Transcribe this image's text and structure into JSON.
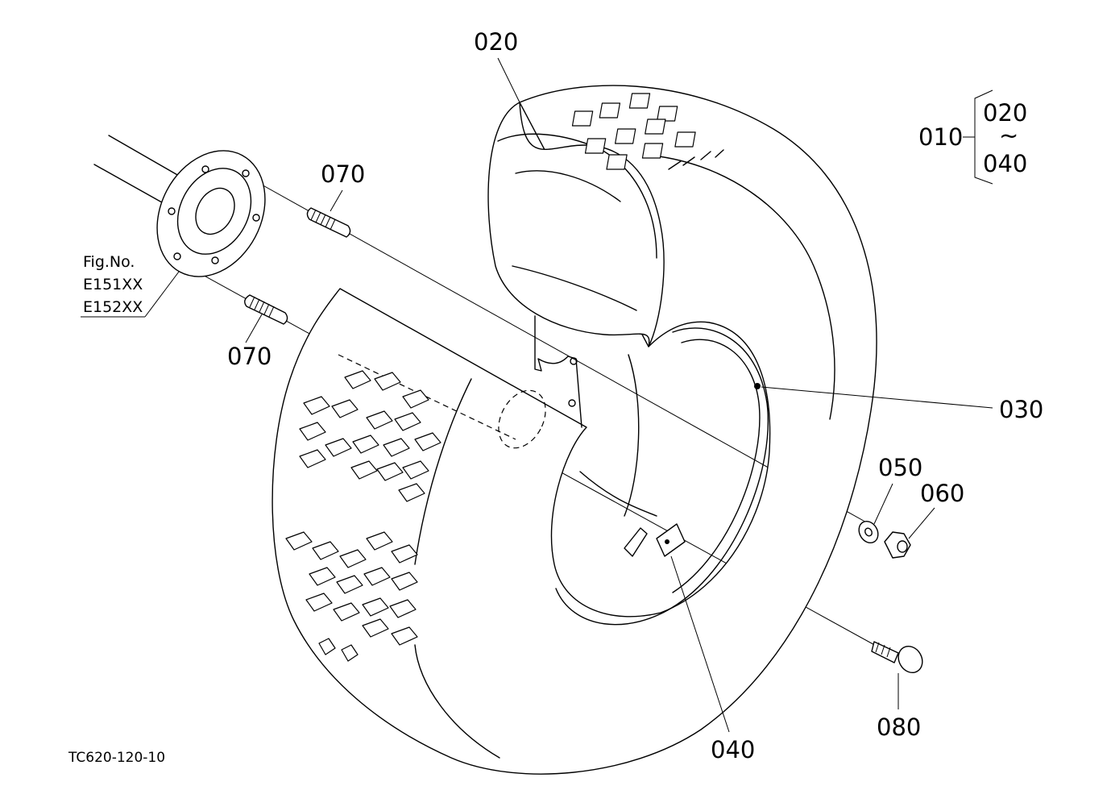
{
  "parts": {
    "p010": "010",
    "p020": "020",
    "p030": "030",
    "p040": "040",
    "p050": "050",
    "p060": "060",
    "p070": "070",
    "p080": "080"
  },
  "group": {
    "top": "020",
    "tilde": "~",
    "bottom": "040"
  },
  "reference": {
    "line1": "Fig.No.",
    "line2": "E151XX",
    "line3": "E152XX"
  },
  "drawing_code": "TC620-120-10"
}
